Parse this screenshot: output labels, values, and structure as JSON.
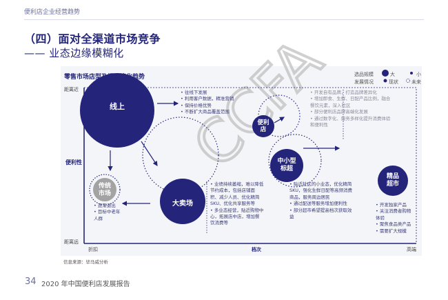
{
  "header": {
    "report_name": "便利店企业经营趋势"
  },
  "section": {
    "title": "（四）面对全渠道市场竞争",
    "subtitle": "—— 业态边缘模糊化"
  },
  "diagram": {
    "title": "零售市场店型及模式演化趋势",
    "legend": {
      "scale_label": "选品规模",
      "scale_big": "大",
      "scale_small": "小",
      "status_label": "发展情况",
      "status_now": "现状",
      "status_future": "未来"
    },
    "y_axis": {
      "label": "便利性",
      "top": "距离近",
      "bottom": "距离远"
    },
    "x_axis": {
      "label": "档次",
      "left": "折扣",
      "right": "高端"
    },
    "bubbles": {
      "online": "线上",
      "traditional": [
        "传统",
        "市场"
      ],
      "hypermarket": "大卖场",
      "convenience": [
        "便利",
        "店"
      ],
      "mid_small": [
        "中小型",
        "标超"
      ],
      "premium": [
        "精品",
        "超市"
      ]
    },
    "notes": {
      "online": [
        "• 往线下发展",
        "• 利用客户数据，精准营销",
        "• 保持价格优势",
        "• 不断扩大商品覆盖范围"
      ],
      "convenience": [
        "• 开发自有品牌，打造品牌差异化",
        "• 增加即食、生鲜、日配产品比例，融合",
        "   餐饮元素，深入社区",
        "• 部分便利店品牌高端化发展",
        "• 通过数字化、服务多样化提升消费体验",
        "   和便利性"
      ],
      "traditional": [
        "• 逐渐退出",
        "• 目标中老年",
        "   人群"
      ],
      "hypermarket": [
        "• 业绩持续萎缩，难以降低",
        "   节约成本，包括店铺面",
        "   积、减少人员、优化精简",
        "   SKU、优化共享服务等",
        "• 多业态经营，贴近购物中",
        "   心，拓展店中店，增加餐",
        "   饮消费等"
      ],
      "mid_small": [
        "• 贴近社区的小业态，优化精简",
        "   SKU，强化生鲜日配等高频消费",
        "   商品，服务周边居民",
        "• 通过配送等服务增加便利性",
        "• 部分超市希望提高档次获取效",
        "   益"
      ],
      "premium": [
        "• 开发独家产品",
        "• 关注消费者购物",
        "   体验",
        "• 聚焦食品类产品",
        "• 需要扩大规模"
      ]
    },
    "source": "信息来源：毕马威分析",
    "watermark": "CCFA"
  },
  "footer": {
    "page_number": "34",
    "report_title": "2020 年中国便利店发展报告"
  },
  "colors": {
    "primary": "#23247a",
    "grey_bubble": "#a3a3a3",
    "panel": "#f4f5f9"
  }
}
